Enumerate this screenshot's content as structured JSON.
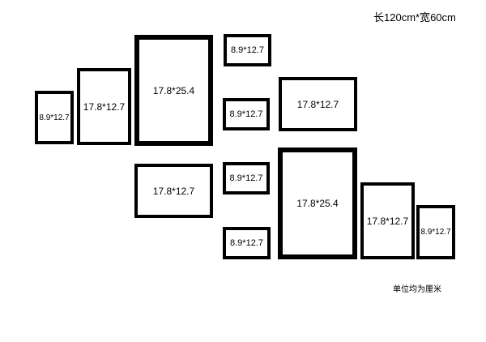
{
  "header": {
    "dimensions": "长120cm*宽60cm"
  },
  "footer": {
    "unit_note": "单位均为厘米"
  },
  "frames": [
    {
      "id": "frame-1",
      "label": "8.9*12.7"
    },
    {
      "id": "frame-2",
      "label": "17.8*12.7"
    },
    {
      "id": "frame-3",
      "label": "17.8*25.4"
    },
    {
      "id": "frame-4",
      "label": "8.9*12.7"
    },
    {
      "id": "frame-5",
      "label": "8.9*12.7"
    },
    {
      "id": "frame-6",
      "label": "17.8*12.7"
    },
    {
      "id": "frame-7",
      "label": "17.8*12.7"
    },
    {
      "id": "frame-8",
      "label": "8.9*12.7"
    },
    {
      "id": "frame-9",
      "label": "8.9*12.7"
    },
    {
      "id": "frame-10",
      "label": "17.8*25.4"
    },
    {
      "id": "frame-11",
      "label": "17.8*12.7"
    },
    {
      "id": "frame-12",
      "label": "8.9*12.7"
    }
  ]
}
